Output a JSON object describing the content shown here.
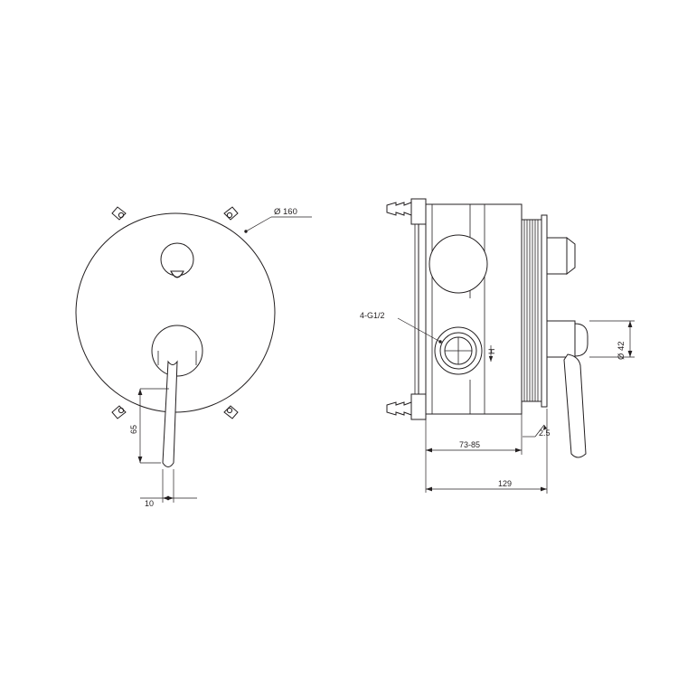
{
  "drawing": {
    "title": "concealed shower mixer valve technical drawing",
    "line_color": "#231f20",
    "background": "#ffffff",
    "views": [
      {
        "name": "front-view",
        "label": ""
      },
      {
        "name": "side-view",
        "label": ""
      }
    ]
  },
  "annotations": {
    "diameter_plate": "Ø 160",
    "handle_offset": "65",
    "handle_width": "10",
    "thread_callout": "4-G1/2",
    "inlet_mark": "H",
    "depth_range": "73-85",
    "plate_thickness": "2.5",
    "total_length": "129",
    "diameter_handle": "Ø 42"
  }
}
